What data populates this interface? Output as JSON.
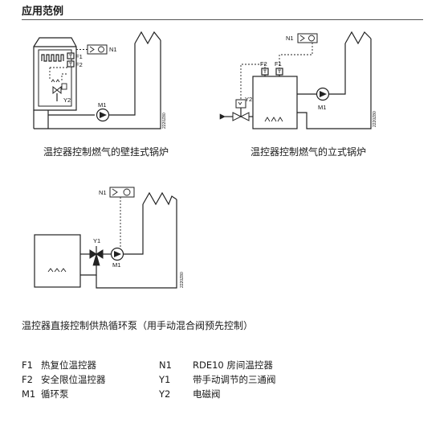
{
  "heading": "应用范例",
  "diagrams": [
    {
      "caption": "温控器控制燃气的壁挂式锅炉",
      "labels": [
        "N1",
        "F1",
        "F2",
        "Y2",
        "M1"
      ],
      "code": "2220Z80"
    },
    {
      "caption": "温控器控制燃气的立式锅炉",
      "labels": [
        "N1",
        "F2",
        "F1",
        "Y2",
        "M1"
      ],
      "code": "2220Z80"
    },
    {
      "caption": "温控器直接控制供热循环泵（用手动混合阀预先控制）",
      "labels": [
        "N1",
        "Y1",
        "M1"
      ],
      "code": "2220Z80"
    }
  ],
  "legend": [
    {
      "code": "F1",
      "text": "热复位温控器"
    },
    {
      "code": "F2",
      "text": "安全限位温控器"
    },
    {
      "code": "M1",
      "text": "循环泵"
    },
    {
      "code": "N1",
      "text": "RDE10 房间温控器"
    },
    {
      "code": "Y1",
      "text": "带手动调节的三通阀"
    },
    {
      "code": "Y2",
      "text": "电磁阀"
    }
  ]
}
